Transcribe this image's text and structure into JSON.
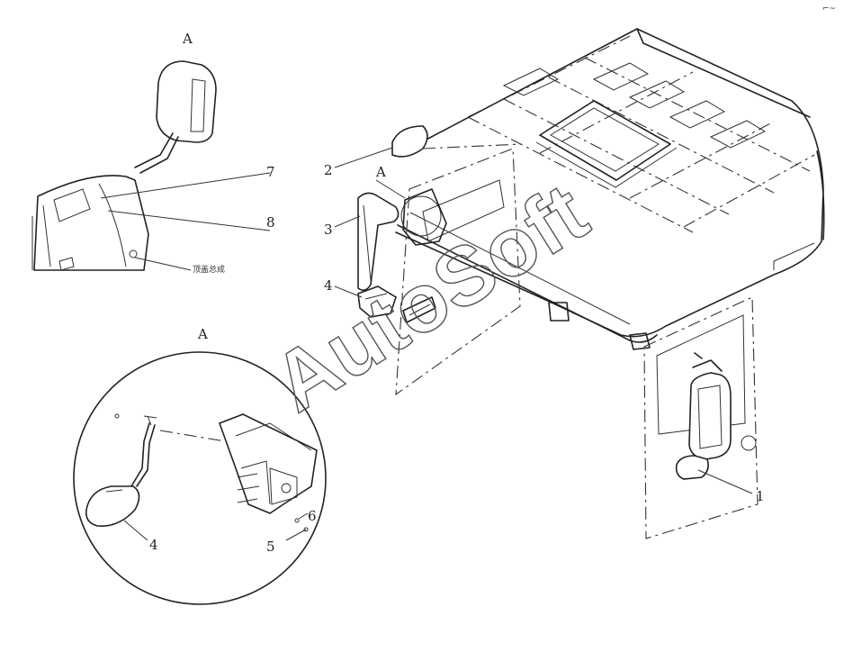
{
  "view_marks": {
    "detail_view_top": "A",
    "main_view": "A",
    "detail_view_circle": "A"
  },
  "part_labels": {
    "p1": "1",
    "p2": "2",
    "p3": "3",
    "p4": "4",
    "p4_detail": "4",
    "p5": "5",
    "p6": "6",
    "p7": "7",
    "p8": "8"
  },
  "annotation_cn": "顶盖总成",
  "watermark": "AutoSoft",
  "corner_mark": "⌐~"
}
